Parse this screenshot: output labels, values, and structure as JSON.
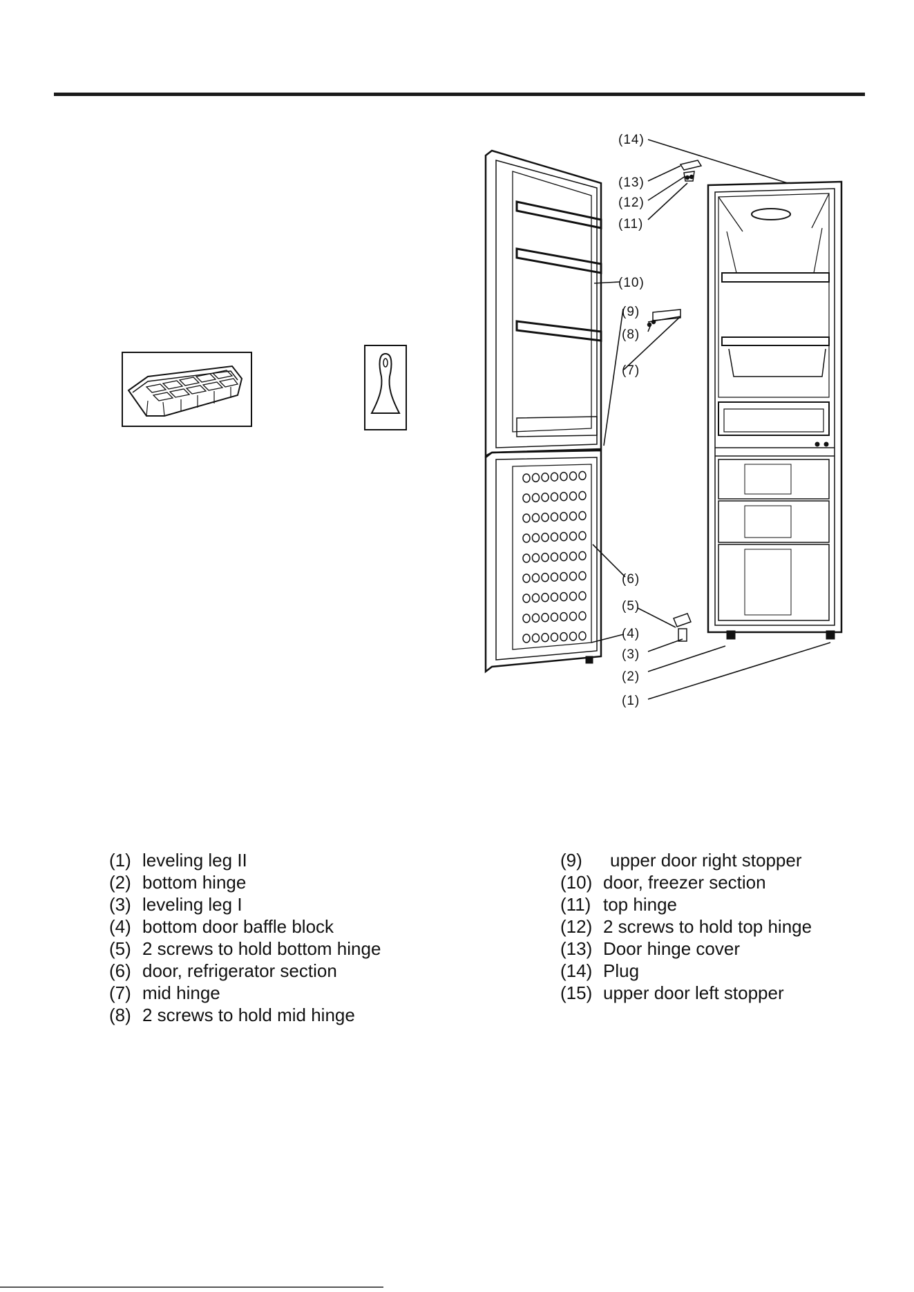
{
  "figure": {
    "callouts": [
      "(14)",
      "(13)",
      "(12)",
      "(11)",
      "(10)",
      "(9)",
      "(8)",
      "(7)",
      "(6)",
      "(5)",
      "(4)",
      "(3)",
      "(2)",
      "(1)"
    ]
  },
  "legend": {
    "left": [
      {
        "num": "(1)",
        "text": "leveling leg II"
      },
      {
        "num": "(2)",
        "text": "bottom hinge"
      },
      {
        "num": "(3)",
        "text": "leveling leg I"
      },
      {
        "num": "(4)",
        "text": "bottom door baffle block"
      },
      {
        "num": "(5)",
        "text": "2 screws to hold bottom hinge"
      },
      {
        "num": "(6)",
        "text": "door, refrigerator section"
      },
      {
        "num": "(7)",
        "text": "mid hinge"
      },
      {
        "num": "(8)",
        "text": "2 screws to hold mid hinge"
      }
    ],
    "right": [
      {
        "num": "(9)",
        "text": "upper door right stopper"
      },
      {
        "num": "(10)",
        "text": "door, freezer section"
      },
      {
        "num": "(11)",
        "text": "top hinge"
      },
      {
        "num": "(12)",
        "text": "2 screws to hold top hinge"
      },
      {
        "num": "(13)",
        "text": "Door hinge cover"
      },
      {
        "num": "(14)",
        "text": "Plug"
      },
      {
        "num": "(15)",
        "text": "upper door left stopper"
      }
    ]
  }
}
